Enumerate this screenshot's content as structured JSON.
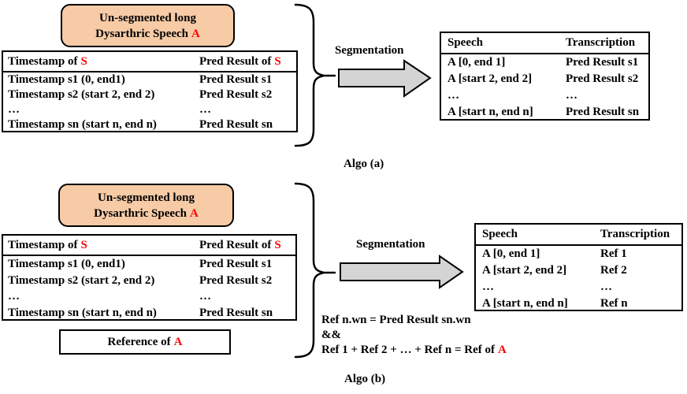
{
  "colors": {
    "accent": "#FF0000",
    "box_fill": "#F6CBA6",
    "arrow_fill": "#D4D4D4"
  },
  "algo_a": {
    "source_box": {
      "line1": "Un-segmented long",
      "line2_prefix": "Dysarthric Speech",
      "line2_accent": "A"
    },
    "pred_table": {
      "header": [
        {
          "text": "Timestamp of",
          "accent": "S"
        },
        {
          "text": "Pred Result of",
          "accent": "S"
        }
      ],
      "rows": [
        [
          "Timestamp s1 (0, end1)",
          "Pred Result s1"
        ],
        [
          "Timestamp s2 (start 2, end 2)",
          "Pred Result s2"
        ],
        [
          "…",
          "…"
        ],
        [
          "Timestamp sn (start n, end n)",
          "Pred Result sn"
        ]
      ]
    },
    "segmentation_label": "Segmentation",
    "output_table": {
      "header": [
        "Speech",
        "Transcription"
      ],
      "rows": [
        [
          "A [0, end 1]",
          "Pred Result s1"
        ],
        [
          "A [start 2, end 2]",
          "Pred Result s2"
        ],
        [
          "…",
          "…"
        ],
        [
          "A [start n, end n]",
          "Pred Result sn"
        ]
      ]
    },
    "caption": "Algo (a)"
  },
  "algo_b": {
    "source_box": {
      "line1": "Un-segmented long",
      "line2_prefix": "Dysarthric Speech",
      "line2_accent": "A"
    },
    "pred_table": {
      "header": [
        {
          "text": "Timestamp of",
          "accent": "S"
        },
        {
          "text": "Pred Result of",
          "accent": "S"
        }
      ],
      "rows": [
        [
          "Timestamp s1 (0, end1)",
          "Pred Result s1"
        ],
        [
          "Timestamp s2 (start 2, end 2)",
          "Pred Result s2"
        ],
        [
          "…",
          "…"
        ],
        [
          "Timestamp sn (start n, end n)",
          "Pred Result sn"
        ]
      ]
    },
    "reference_box": {
      "text": "Reference of",
      "accent": "A"
    },
    "segmentation_label": "Segmentation",
    "output_table": {
      "header": [
        "Speech",
        "Transcription"
      ],
      "rows": [
        [
          "A [0, end 1]",
          "Ref 1"
        ],
        [
          "A [start 2, end 2]",
          "Ref 2"
        ],
        [
          "…",
          "…"
        ],
        [
          "A [start n, end n]",
          "Ref n"
        ]
      ]
    },
    "constraints": {
      "line1": "Ref n.wn = Pred Result sn.wn",
      "line2": "&&",
      "line3_prefix": "Ref 1 + Ref 2 + … + Ref n = Ref of",
      "line3_accent": "A"
    },
    "caption": "Algo (b)"
  }
}
